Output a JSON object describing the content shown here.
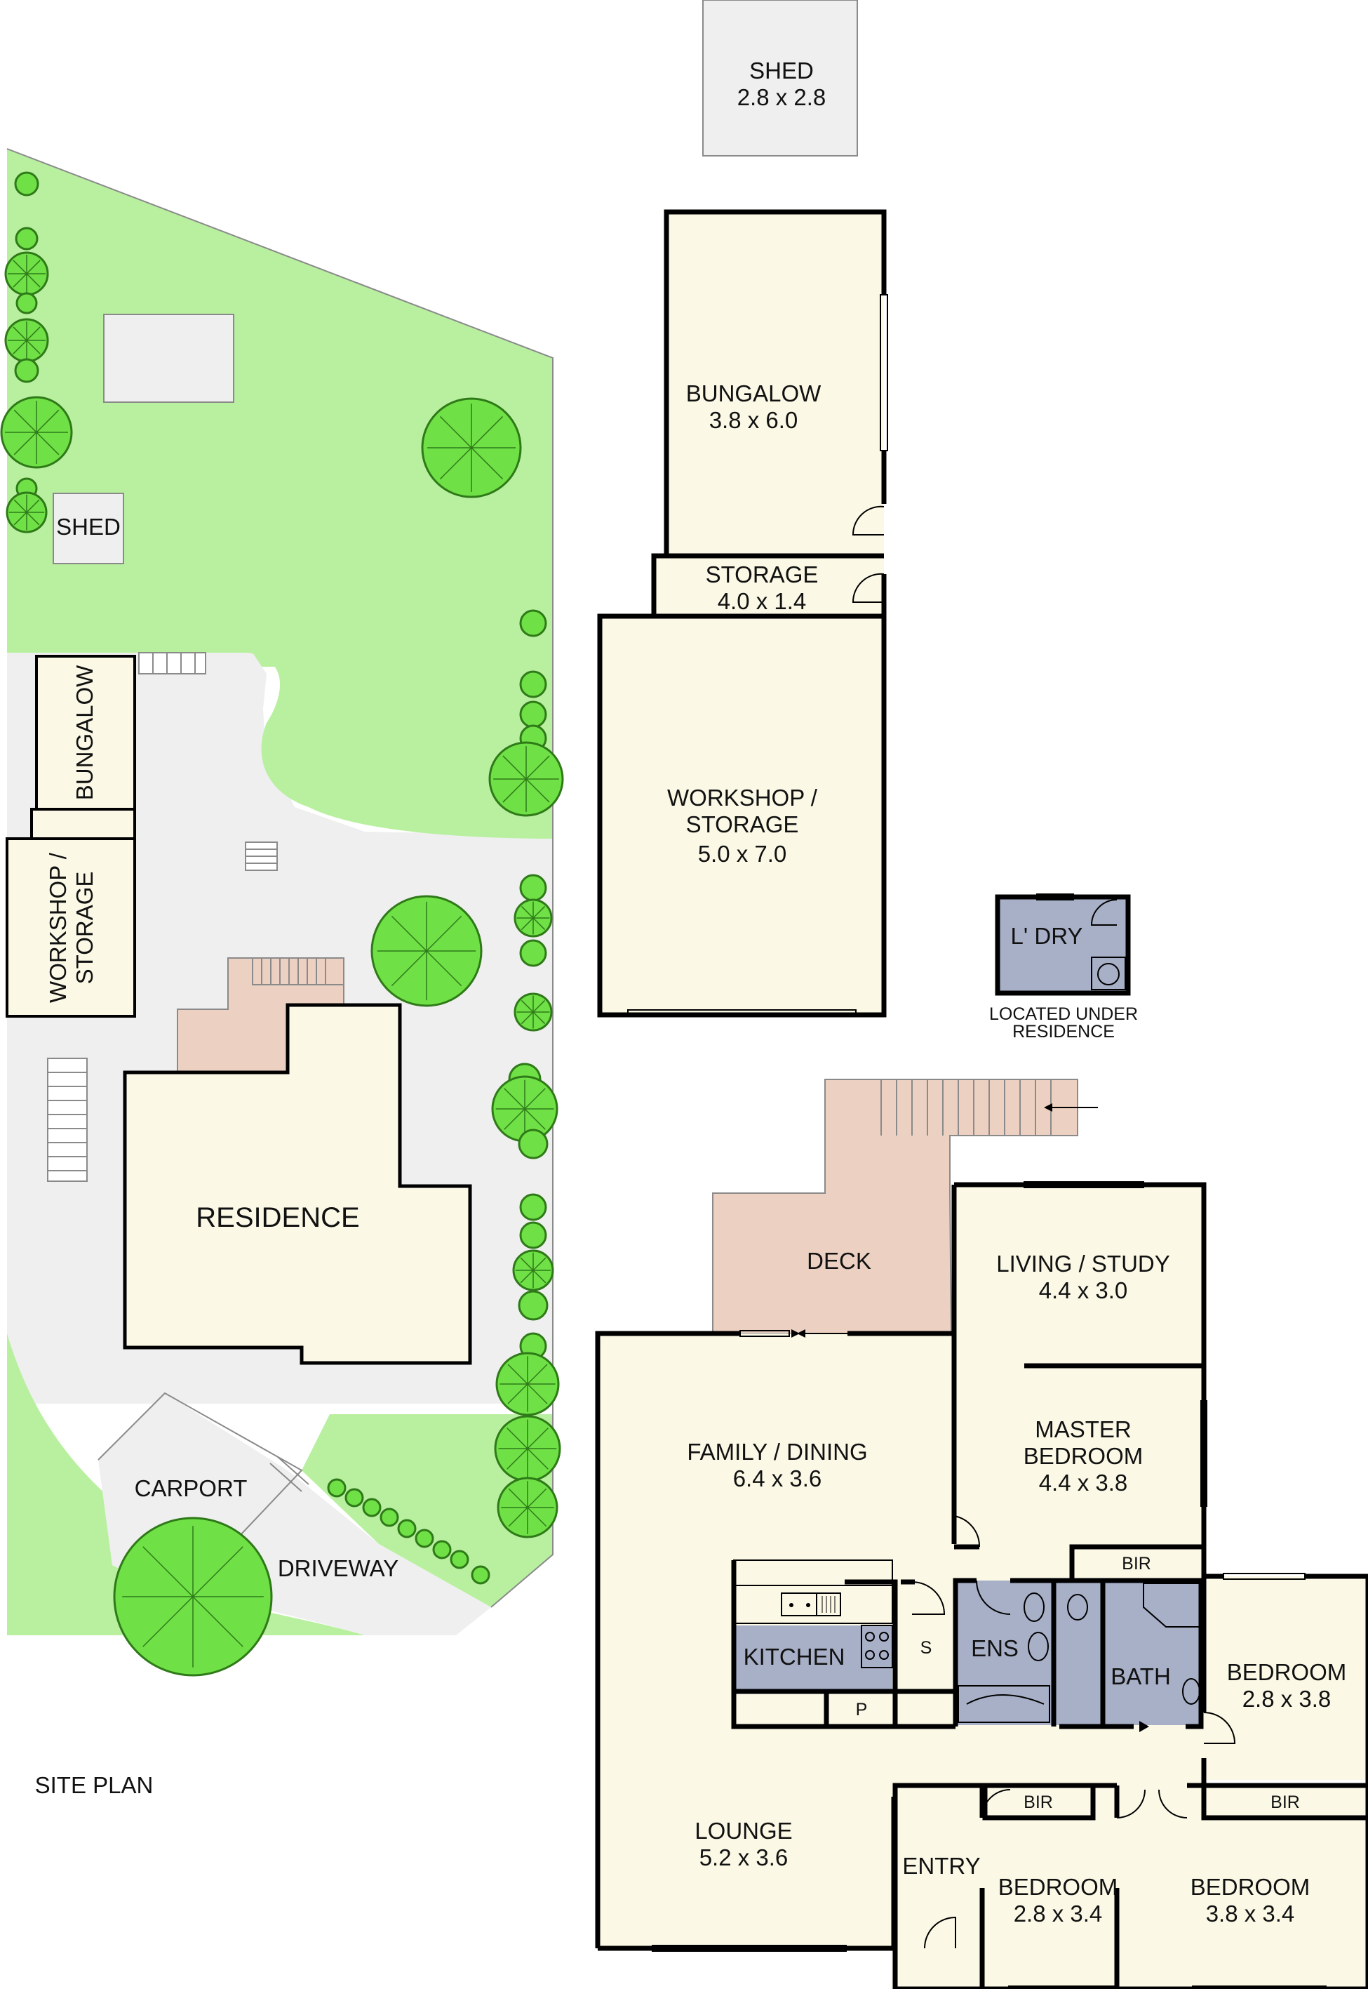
{
  "colors": {
    "lawn": "#b9f0a0",
    "paving": "#efefef",
    "room": "#fbf9e6",
    "wet_area": "#a8b0c8",
    "deck": "#ecd1c2",
    "tree_fill": "#6fe046",
    "tree_stroke": "#2f7a18",
    "wall": "#000000"
  },
  "site_plan": {
    "title": "SITE PLAN",
    "labels": {
      "shed": "SHED",
      "bungalow": "BUNGALOW",
      "workshop": "WORKSHOP /",
      "storage": "STORAGE",
      "residence": "RESIDENCE",
      "carport": "CARPORT",
      "driveway": "DRIVEWAY"
    }
  },
  "floor_plan": {
    "rooms": {
      "shed": {
        "name": "SHED",
        "size": "2.8 x 2.8"
      },
      "bungalow": {
        "name": "BUNGALOW",
        "size": "3.8 x 6.0"
      },
      "storage": {
        "name": "STORAGE",
        "size": "4.0 x 1.4"
      },
      "workshop": {
        "name_line1": "WORKSHOP /",
        "name_line2": "STORAGE",
        "size": "5.0 x 7.0"
      },
      "laundry": {
        "name": "L' DRY",
        "note_line1": "LOCATED UNDER",
        "note_line2": "RESIDENCE"
      },
      "deck": {
        "name": "DECK"
      },
      "living_study": {
        "name": "LIVING / STUDY",
        "size": "4.4 x 3.0"
      },
      "master_bedroom": {
        "name_line1": "MASTER",
        "name_line2": "BEDROOM",
        "size": "4.4 x 3.8"
      },
      "family_dining": {
        "name": "FAMILY / DINING",
        "size": "6.4 x 3.6"
      },
      "kitchen": {
        "name": "KITCHEN"
      },
      "s": {
        "name": "S"
      },
      "p": {
        "name": "P"
      },
      "ens": {
        "name": "ENS"
      },
      "bath": {
        "name": "BATH"
      },
      "bir_master": {
        "name": "BIR"
      },
      "bir_bed2": {
        "name": "BIR"
      },
      "bir_bed3": {
        "name": "BIR"
      },
      "bedroom_right": {
        "name": "BEDROOM",
        "size": "2.8 x 3.8"
      },
      "bedroom_mid": {
        "name": "BEDROOM",
        "size": "2.8 x 3.4"
      },
      "bedroom_left": {
        "name": "BEDROOM",
        "size": "3.8 x 3.4"
      },
      "lounge": {
        "name": "LOUNGE",
        "size": "5.2 x 3.6"
      },
      "entry": {
        "name": "ENTRY"
      }
    }
  }
}
